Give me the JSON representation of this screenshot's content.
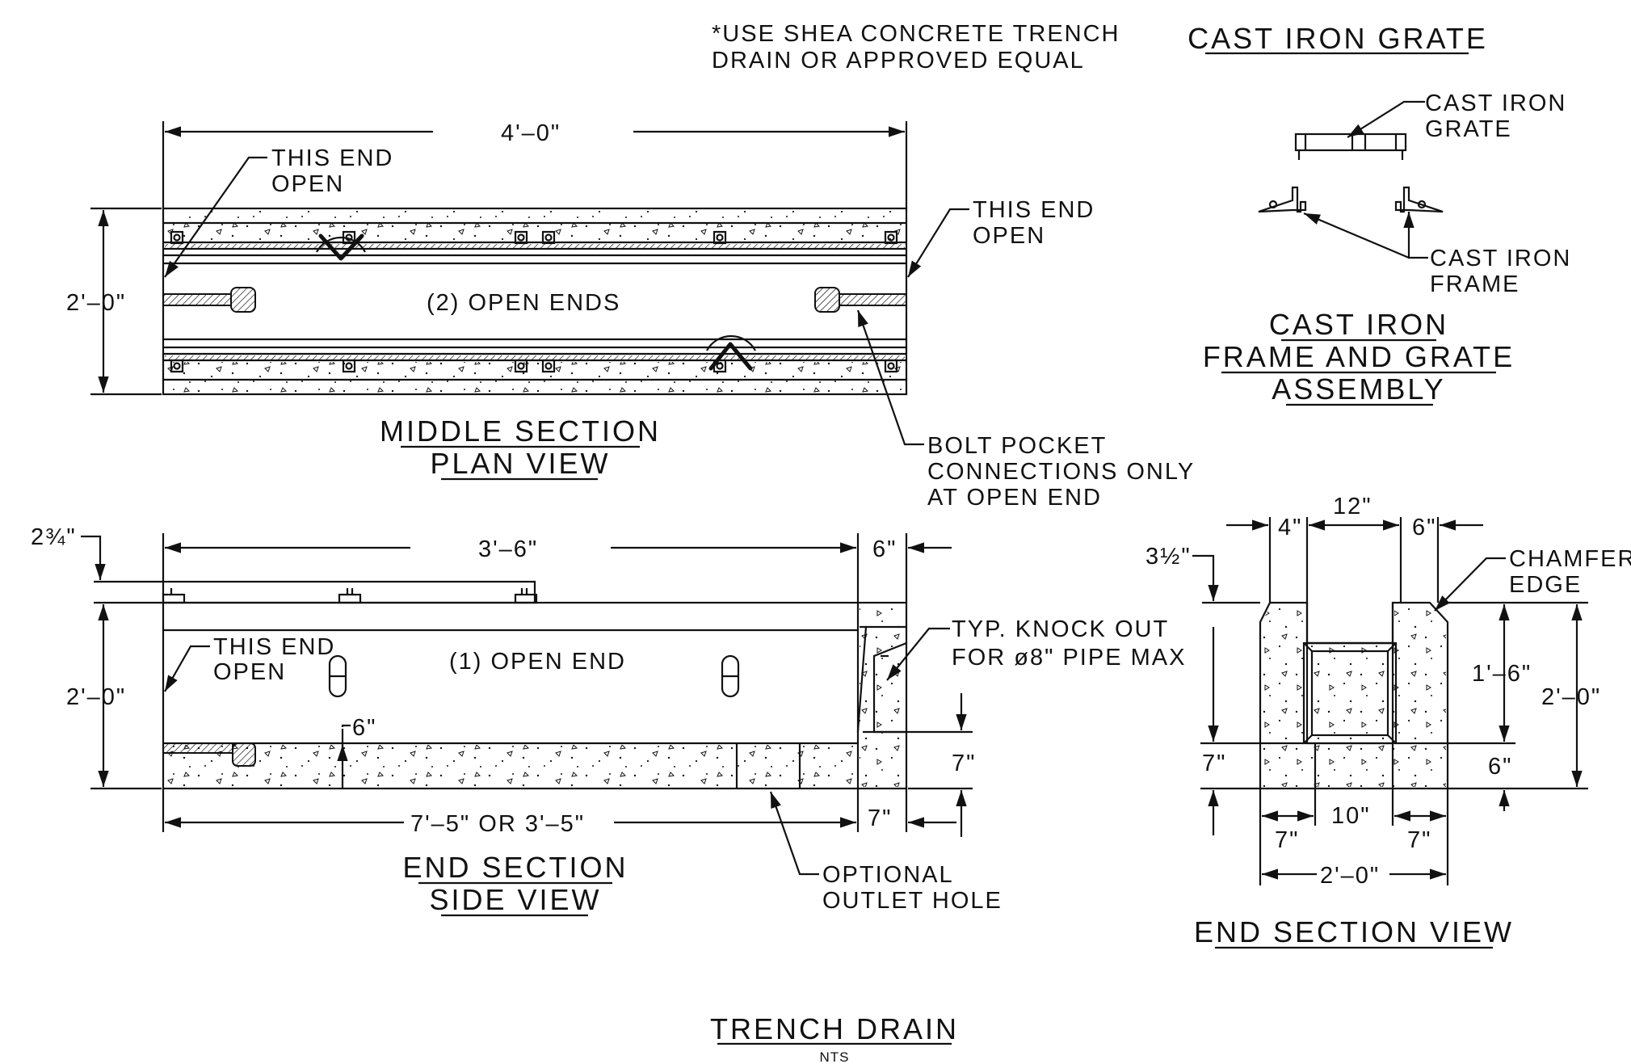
{
  "note": [
    "*USE SHEA CONCRETE TRENCH",
    "DRAIN OR APPROVED EQUAL"
  ],
  "plan": {
    "dim_length": "4'–0\"",
    "dim_width": "2'–0\"",
    "left_label": [
      "THIS END",
      "OPEN"
    ],
    "right_label": [
      "THIS END",
      "OPEN"
    ],
    "center_label": "(2) OPEN ENDS",
    "bolt_label": [
      "BOLT POCKET",
      "CONNECTIONS ONLY",
      "AT OPEN END"
    ],
    "title": [
      "MIDDLE SECTION",
      "PLAN VIEW"
    ]
  },
  "side": {
    "dim_top": "2¾\"",
    "dim_length": "3'–6\"",
    "dim_end": "6\"",
    "dim_height": "2'–0\"",
    "left_label": [
      "THIS END",
      "OPEN"
    ],
    "center_label": "(1) OPEN END",
    "dim_six": "6\"",
    "knockout_label": [
      "TYP. KNOCK OUT",
      "FOR ø8\" PIPE MAX"
    ],
    "dim_seven_right": "7\"",
    "dim_overall": "7'–5\" OR 3'–5\"",
    "dim_seven_bottom": "7\"",
    "outlet_label": [
      "OPTIONAL",
      "OUTLET HOLE"
    ],
    "title": [
      "END SECTION",
      "SIDE VIEW"
    ]
  },
  "grate": {
    "heading": "CAST IRON GRATE",
    "grate_label": [
      "CAST IRON",
      "GRATE"
    ],
    "frame_label": [
      "CAST IRON",
      "FRAME"
    ],
    "title": [
      "CAST IRON",
      "FRAME AND GRATE",
      "ASSEMBLY"
    ]
  },
  "endview": {
    "dim_4": "4\"",
    "dim_12": "12\"",
    "dim_6_top": "6\"",
    "dim_3half": "3½\"",
    "chamfer_label": [
      "CHAMFERED",
      "EDGE"
    ],
    "dim_18": "1'–6\"",
    "dim_24": "2'–0\"",
    "dim_7_left": "7\"",
    "dim_6_right": "6\"",
    "dim_10": "10\"",
    "dim_7_bl": "7\"",
    "dim_7_br": "7\"",
    "dim_width": "2'–0\"",
    "title": "END SECTION VIEW"
  },
  "sheet": {
    "title": "TRENCH DRAIN",
    "scale": "NTS"
  },
  "colors": {
    "ink": "#111111",
    "paper": "#ffffff"
  },
  "icons": [
    "arrow-head",
    "hatch-bolt",
    "concrete-stipple",
    "rebar-square"
  ]
}
